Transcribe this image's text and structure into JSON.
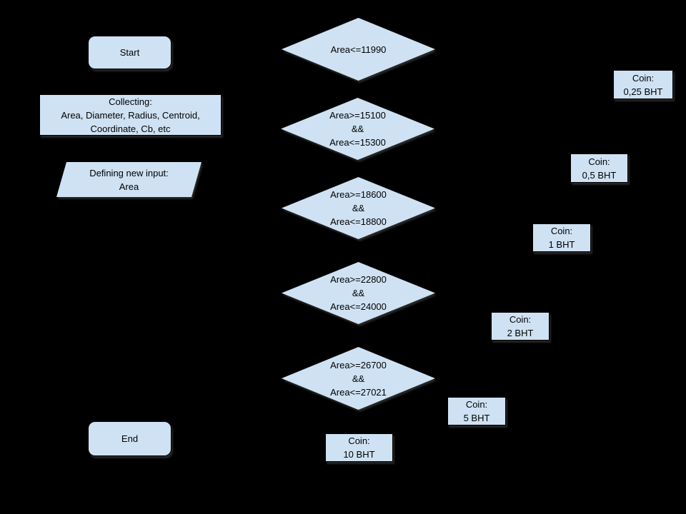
{
  "colors": {
    "background": "#000000",
    "shape_fill": "#cfe2f3",
    "shape_text": "#000000"
  },
  "flowchart": {
    "start": {
      "label": "Start"
    },
    "collecting": {
      "lines": [
        "Collecting:",
        "Area, Diameter, Radius, Centroid,",
        "Coordinate, Cb, etc"
      ]
    },
    "define_input": {
      "lines": [
        "Defining new input:",
        "Area"
      ]
    },
    "decisions": [
      {
        "lines": [
          "Area<=11990"
        ]
      },
      {
        "lines": [
          "Area>=15100",
          "&&",
          "Area<=15300"
        ]
      },
      {
        "lines": [
          "Area>=18600",
          "&&",
          "Area<=18800"
        ]
      },
      {
        "lines": [
          "Area>=22800",
          "&&",
          "Area<=24000"
        ]
      },
      {
        "lines": [
          "Area>=26700",
          "&&",
          "Area<=27021"
        ]
      }
    ],
    "coins": [
      {
        "lines": [
          "Coin:",
          "0,25 BHT"
        ]
      },
      {
        "lines": [
          "Coin:",
          "0,5 BHT"
        ]
      },
      {
        "lines": [
          "Coin:",
          "1 BHT"
        ]
      },
      {
        "lines": [
          "Coin:",
          "2 BHT"
        ]
      },
      {
        "lines": [
          "Coin:",
          "5 BHT"
        ]
      },
      {
        "lines": [
          "Coin:",
          "10 BHT"
        ]
      }
    ],
    "end": {
      "label": "End"
    }
  }
}
